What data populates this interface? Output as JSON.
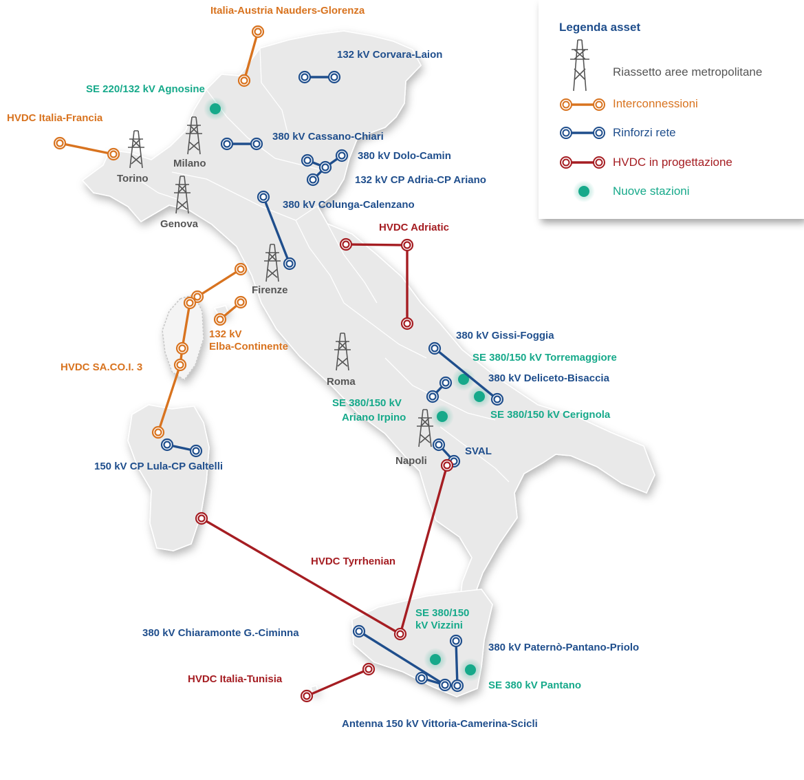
{
  "legend": {
    "title": "Legenda asset",
    "items": [
      {
        "label": "Riassetto aree metropolitane",
        "icon": "pylon-icon",
        "color": "#555555"
      },
      {
        "label": "Interconnessioni",
        "icon": "orange-link-icon",
        "color": "#d8731f"
      },
      {
        "label": "Rinforzi rete",
        "icon": "blue-link-icon",
        "color": "#1f4e8c"
      },
      {
        "label": "HVDC in progettazione",
        "icon": "red-link-icon",
        "color": "#a51d22"
      },
      {
        "label": "Nuove stazioni",
        "icon": "station-dot-icon",
        "color": "#16a98a"
      }
    ]
  },
  "colors": {
    "interconnections": "#d8731f",
    "reinforcements": "#1f4e8c",
    "hvdc": "#a51d22",
    "stations": "#16a98a",
    "cities": "#555555",
    "land": "#e9e9e9"
  },
  "cities": {
    "milano": "Milano",
    "torino": "Torino",
    "genova": "Genova",
    "firenze": "Firenze",
    "roma": "Roma",
    "napoli": "Napoli"
  },
  "labels": {
    "nauders": "Italia-Austria Nauders-Glorenza",
    "corvara": "132 kV Corvara-Laion",
    "agnosine": "SE 220/132 kV Agnosine",
    "francia": "HVDC Italia-Francia",
    "cassano": "380 kV Cassano-Chiari",
    "dolo": "380 kV Dolo-Camin",
    "adria": "132 kV CP Adria-CP Ariano",
    "colunga": "380 kV Colunga-Calenzano",
    "adriatic": "HVDC Adriatic",
    "elba_1": "132 kV",
    "elba_2": "Elba-Continente",
    "sacoi": "HVDC SA.CO.I. 3",
    "gissi": "380 kV Gissi-Foggia",
    "torremaggiore": "SE 380/150 kV Torremaggiore",
    "deliceto": "380 kV Deliceto-Bisaccia",
    "ariano_1": "SE 380/150 kV",
    "ariano_2": "Ariano Irpino",
    "cerignola": "SE 380/150 kV Cerignola",
    "sval": "SVAL",
    "lula": "150 kV CP Lula-CP Galtelli",
    "tyrrhenian": "HVDC Tyrrhenian",
    "vizzini_1": "SE 380/150",
    "vizzini_2": "kV Vizzini",
    "chiaramonte": "380 kV Chiaramonte G.-Ciminna",
    "paterno": "380 kV Paternò-Pantano-Priolo",
    "tunisia": "HVDC Italia-Tunisia",
    "pantano": "SE 380 kV Pantano",
    "vittoria": "Antenna 150 kV Vittoria-Camerina-Scicli"
  }
}
